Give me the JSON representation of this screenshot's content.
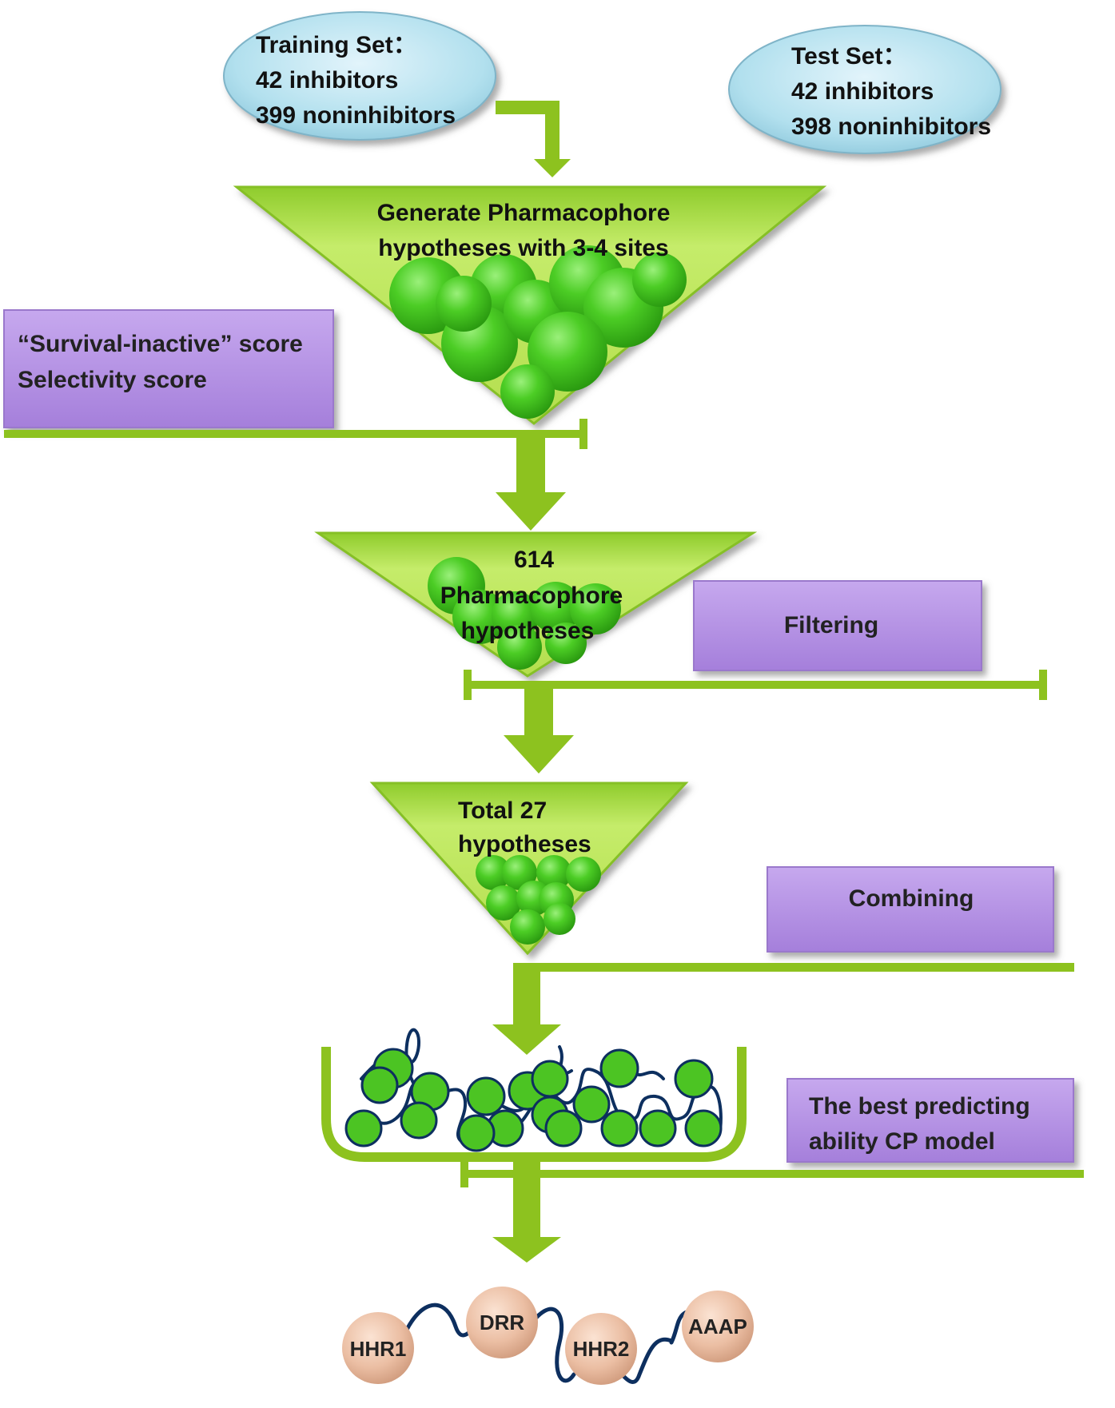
{
  "training_set": {
    "title": "Training Set：",
    "inhibitors": "42 inhibitors",
    "noninhibitors": "399 noninhibitors"
  },
  "test_set": {
    "title": "Test Set：",
    "inhibitors": "42 inhibitors",
    "noninhibitors": "398 noninhibitors"
  },
  "stage1": {
    "line1": "Generate Pharmacophore",
    "line2": "hypotheses with 3-4 sites"
  },
  "scores_box": {
    "line1": "“Survival-inactive” score",
    "line2": "Selectivity score"
  },
  "stage2": {
    "count": "614",
    "line2": "Pharmacophore",
    "line3": "hypotheses"
  },
  "filtering_box": {
    "label": "Filtering"
  },
  "stage3": {
    "line1": "Total 27",
    "line2": "hypotheses"
  },
  "combining_box": {
    "label": "Combining"
  },
  "best_model_box": {
    "line1": "The best predicting",
    "line2": "ability CP model"
  },
  "model_nodes": [
    "HHR1",
    "DRR",
    "HHR2",
    "AAAP"
  ],
  "colors": {
    "arrow_green": "#8dc21f",
    "funnel_green": "#b5e04a",
    "ball_green": "#3cc21a",
    "ellipse_blue": "#a9dcea",
    "purple_box": "#b48fe0",
    "node_tan": "#e8b99e",
    "chain_navy": "#0d2f5f"
  }
}
